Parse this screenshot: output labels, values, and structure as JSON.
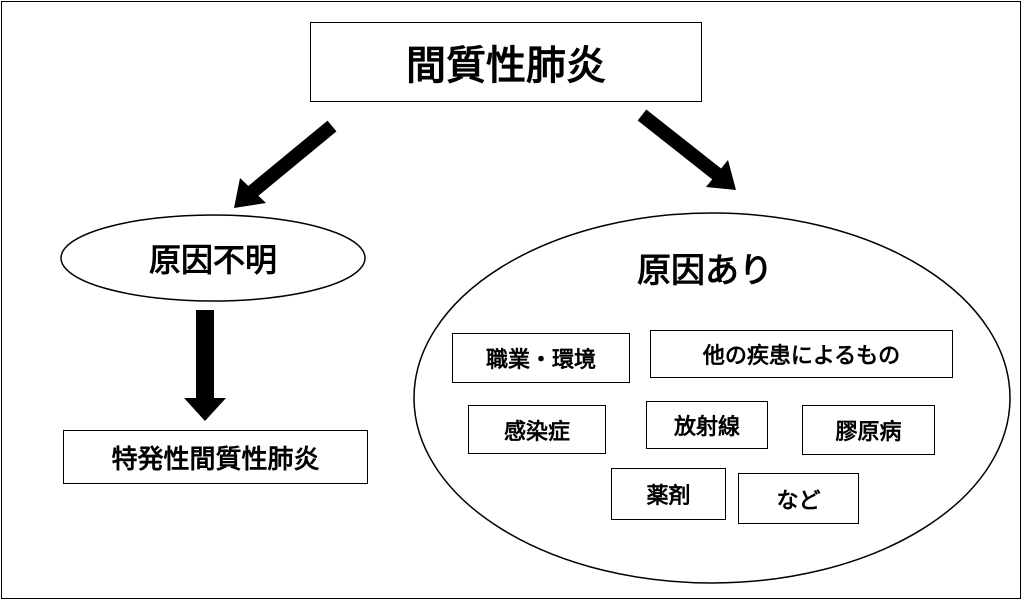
{
  "title": "間質性肺炎",
  "unknown_cause": {
    "label": "原因不明",
    "result": "特発性間質性肺炎"
  },
  "known_cause": {
    "label": "原因あり",
    "items": [
      "職業・環境",
      "他の疾患によるもの",
      "感染症",
      "放射線",
      "膠原病",
      "薬剤",
      "など"
    ]
  }
}
